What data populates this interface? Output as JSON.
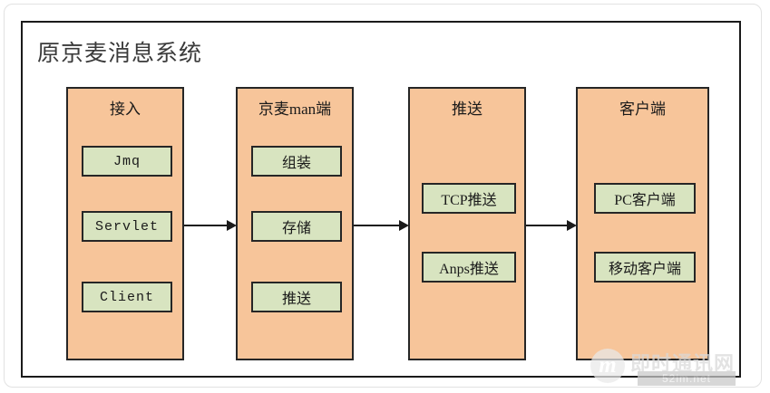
{
  "diagram": {
    "title": "原京麦消息系统",
    "colors": {
      "column_fill": "#f7c59a",
      "item_fill": "#d8e4c0",
      "stroke": "#262626",
      "frame": "#1a1a1a",
      "title_text": "#3a3a3a"
    },
    "columns": [
      {
        "title": "接入",
        "items": [
          {
            "label": "Jmq",
            "style": "mono"
          },
          {
            "label": "Servlet",
            "style": "mono"
          },
          {
            "label": "Client",
            "style": "mono"
          }
        ]
      },
      {
        "title": "京麦man端",
        "items": [
          {
            "label": "组装",
            "style": "cjk"
          },
          {
            "label": "存储",
            "style": "cjk"
          },
          {
            "label": "推送",
            "style": "cjk"
          }
        ]
      },
      {
        "title": "推送",
        "items": [
          {
            "label": "TCP推送",
            "style": "cjk"
          },
          {
            "label": "Anps推送",
            "style": "cjk"
          }
        ]
      },
      {
        "title": "客户端",
        "items": [
          {
            "label": "PC客户端",
            "style": "cjk"
          },
          {
            "label": "移动客户端",
            "style": "cjk"
          }
        ]
      }
    ],
    "connectors": [
      {
        "from": "接入",
        "to": "京麦man端",
        "kind": "arrow-right"
      },
      {
        "from": "京麦man端",
        "to": "推送",
        "kind": "arrow-right"
      },
      {
        "from": "推送",
        "to": "客户端",
        "kind": "arrow-right"
      }
    ]
  },
  "watermark": {
    "logo_letter": "m",
    "site_name": "即时通讯网",
    "site_url": "52im.net"
  }
}
